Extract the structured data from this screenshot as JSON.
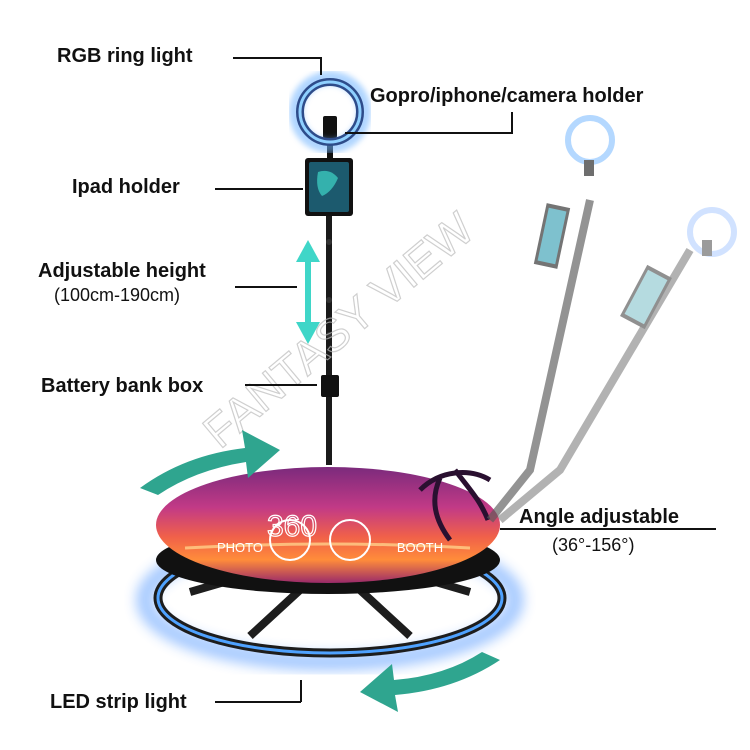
{
  "labels": {
    "rgb_ring_light": "RGB ring light",
    "camera_holder": "Gopro/iphone/camera holder",
    "ipad_holder": "Ipad holder",
    "adjustable_height": "Adjustable height",
    "height_range": "(100cm-190cm)",
    "battery_box": "Battery bank box",
    "angle_adjustable": "Angle adjustable",
    "angle_range": "(36°-156°)",
    "led_strip": "LED strip light"
  },
  "watermark": "FANTASY VIEW",
  "platform": {
    "logo_number": "360",
    "logo_left": "PHOTO",
    "logo_right": "BOOTH"
  },
  "colors": {
    "teal_arrow": "#2fa58f",
    "height_arrow": "#3fd6c8",
    "ring_glow": "#4aa8ff",
    "led_glow": "#2f7dff",
    "platform_top": "#b23a8a",
    "platform_sunset": "#ff6a3c"
  },
  "icons": {
    "rotate_arrow_top": "rotate-arrow-icon",
    "rotate_arrow_bottom": "rotate-arrow-icon"
  }
}
